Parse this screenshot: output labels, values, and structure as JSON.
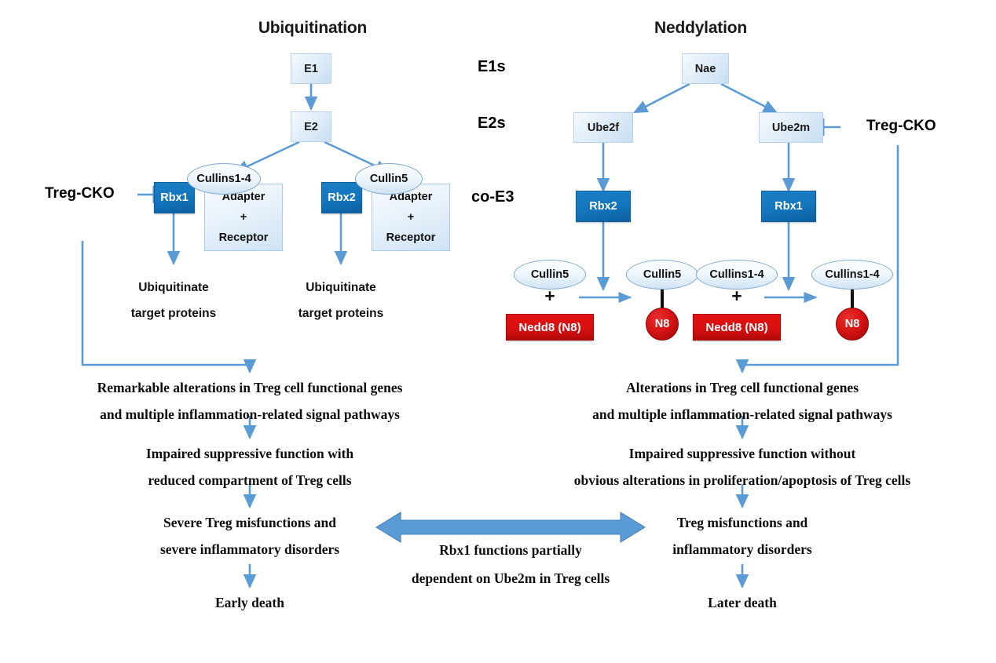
{
  "titles": {
    "left": "Ubiquitination",
    "right": "Neddylation"
  },
  "stage_labels": [
    {
      "id": "e1s",
      "text": "E1s"
    },
    {
      "id": "e2s",
      "text": "E2s"
    },
    {
      "id": "coe3",
      "text": "co-E3"
    }
  ],
  "left_pathway": {
    "e1": "E1",
    "e2": "E2",
    "cko_label": "Treg-CKO",
    "complexes": [
      {
        "rbx": "Rbx1",
        "cullin": "Cullins1-4",
        "adapter_line1": "Adapter",
        "adapter_plus": "+",
        "adapter_line2": "Receptor",
        "output_line1": "Ubiquitinate",
        "output_line2": "target proteins"
      },
      {
        "rbx": "Rbx2",
        "cullin": "Cullin5",
        "adapter_line1": "Adapter",
        "adapter_plus": "+",
        "adapter_line2": "Receptor",
        "output_line1": "Ubiquitinate",
        "output_line2": "target proteins"
      }
    ],
    "outcome": [
      {
        "line1": "Remarkable alterations in Treg cell functional genes",
        "line2": "and multiple inflammation-related signal pathways"
      },
      {
        "line1": "Impaired suppressive function with",
        "line2": "reduced compartment of Treg cells"
      },
      {
        "line1": "Severe Treg misfunctions and",
        "line2": "severe inflammatory disorders"
      },
      {
        "line1": "Early death",
        "line2": ""
      }
    ]
  },
  "right_pathway": {
    "nae": "Nae",
    "cko_label": "Treg-CKO",
    "branches": [
      {
        "e2": "Ube2f",
        "rbx": "Rbx2",
        "cullin_in": "Cullin5",
        "plus": "+",
        "nedd8": "Nedd8 (N8)",
        "cullin_out": "Cullin5",
        "n8": "N8"
      },
      {
        "e2": "Ube2m",
        "rbx": "Rbx1",
        "cullin_in": "Cullins1-4",
        "plus": "+",
        "nedd8": "Nedd8 (N8)",
        "cullin_out": "Cullins1-4",
        "n8": "N8"
      }
    ],
    "outcome": [
      {
        "line1": "Alterations in Treg cell functional genes",
        "line2": "and multiple inflammation-related signal pathways"
      },
      {
        "line1": "Impaired suppressive function without",
        "line2": "obvious alterations in proliferation/apoptosis of Treg cells"
      },
      {
        "line1": "Treg misfunctions and",
        "line2": "inflammatory disorders"
      },
      {
        "line1": "Later death",
        "line2": ""
      }
    ]
  },
  "center_note": {
    "line1": "Rbx1 functions partially",
    "line2": "dependent on Ube2m in Treg cells"
  },
  "colors": {
    "arrow_blue": "#5b9bd5",
    "node_blue": "#1275bd",
    "nedd8_red": "#d80f0f",
    "n8_red": "#b40c0c",
    "light_node": "#e2eef9",
    "text_dark": "#0d0d0d"
  }
}
